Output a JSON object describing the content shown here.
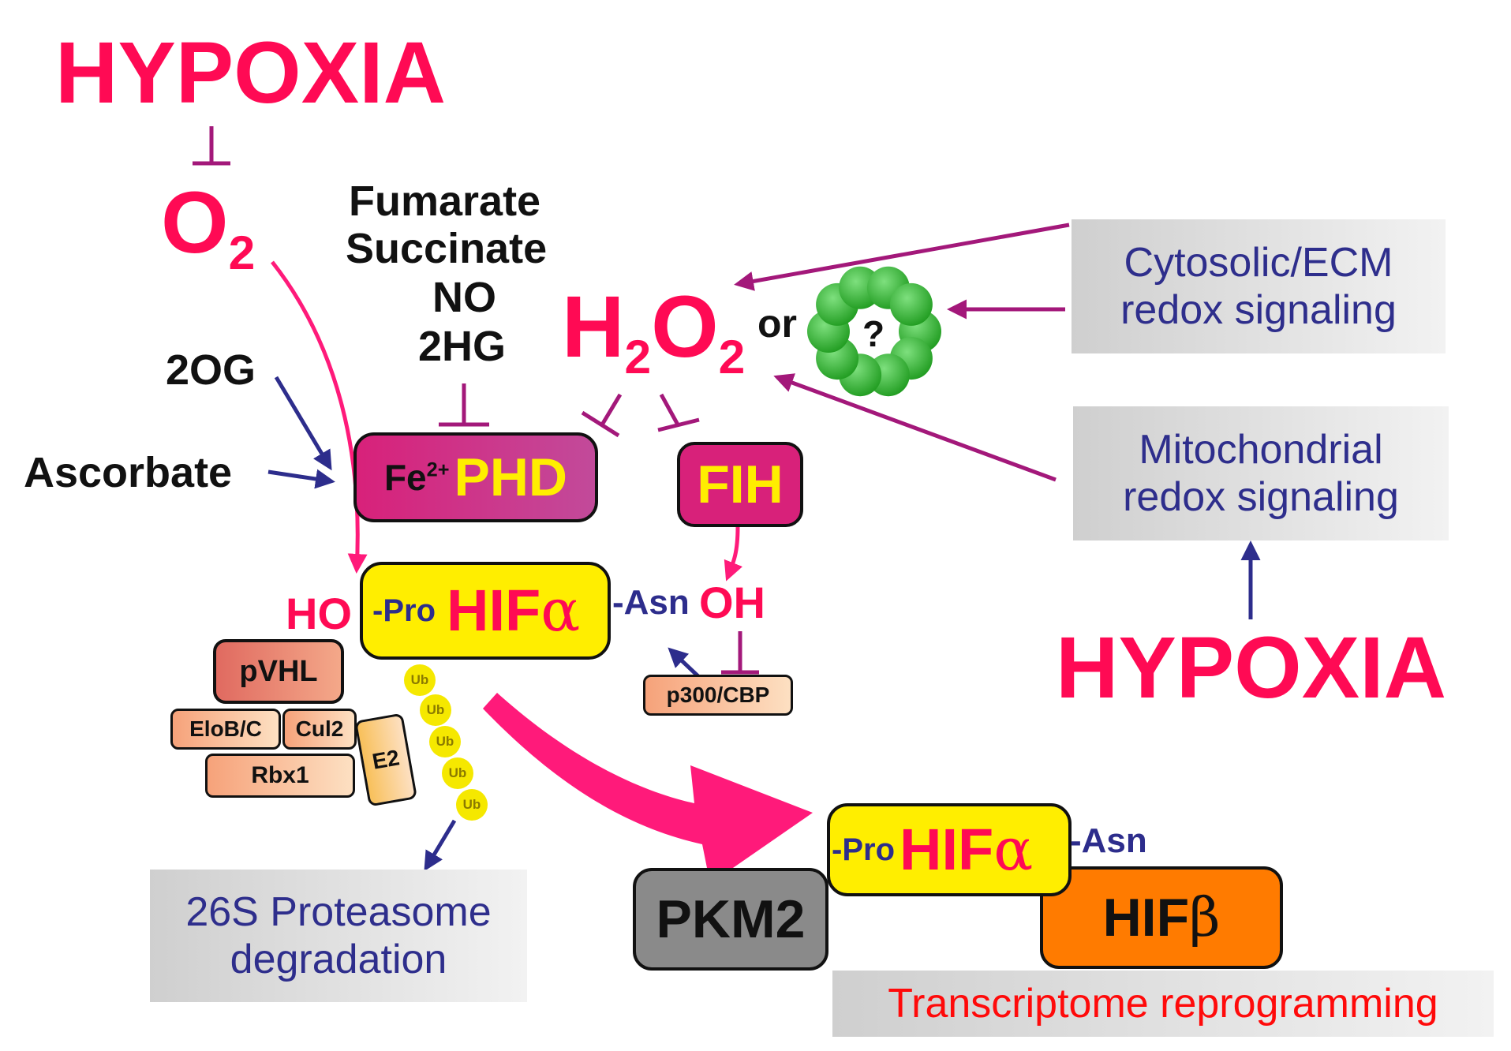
{
  "hypoxia_top": "HYPOXIA",
  "hypoxia_right": "HYPOXIA",
  "oxygen": {
    "symbol": "O",
    "subscript": "2"
  },
  "inhibitors": {
    "fumarate": "Fumarate",
    "succinate": "Succinate",
    "no": "NO",
    "twohg": "2HG"
  },
  "h2o2": {
    "h": "H",
    "sub1": "2",
    "o": "O",
    "sub2": "2",
    "or": "or",
    "unknown": "?"
  },
  "cofactors": {
    "twoog": "2OG",
    "ascorbate": "Ascorbate"
  },
  "phd": {
    "metal": "Fe",
    "charge": "2+",
    "label": "PHD"
  },
  "fih": {
    "label": "FIH"
  },
  "hif_alpha": {
    "ho": "HO",
    "pro": "-Pro",
    "name": "HIF",
    "greek": "α",
    "asn": "-Asn",
    "oh": "OH"
  },
  "p300": "p300/CBP",
  "e3_complex": {
    "pvhl": "pVHL",
    "elob": "EloB/C",
    "cul2": "Cul2",
    "e2": "E2",
    "rbx1": "Rbx1"
  },
  "ubiquitin": [
    "Ub",
    "Ub",
    "Ub",
    "Ub",
    "Ub"
  ],
  "proteasome": {
    "line1": "26S Proteasome",
    "line2": "degradation"
  },
  "cytosolic": {
    "line1": "Cytosolic/ECM",
    "line2": "redox signaling"
  },
  "mitochondrial": {
    "line1": "Mitochondrial",
    "line2": "redox signaling"
  },
  "complex": {
    "pkm2": "PKM2",
    "pro": "-Pro",
    "hif_alpha": "HIF",
    "alpha_greek": "α",
    "asn": "-Asn",
    "hif_beta": "HIF",
    "beta_greek": "β"
  },
  "transcriptome": "Transcriptome reprogramming",
  "colors": {
    "hypoxia": "#ff0a54",
    "magenta_arrow": "#a3187a",
    "navy_arrow": "#2d2d8c",
    "phd_fill": "#d8217a",
    "hif_yellow": "#ffee00",
    "hif_beta": "#ff7b00",
    "pkm2": "#8a8a8a",
    "green_ring": "#3fbf3f"
  }
}
